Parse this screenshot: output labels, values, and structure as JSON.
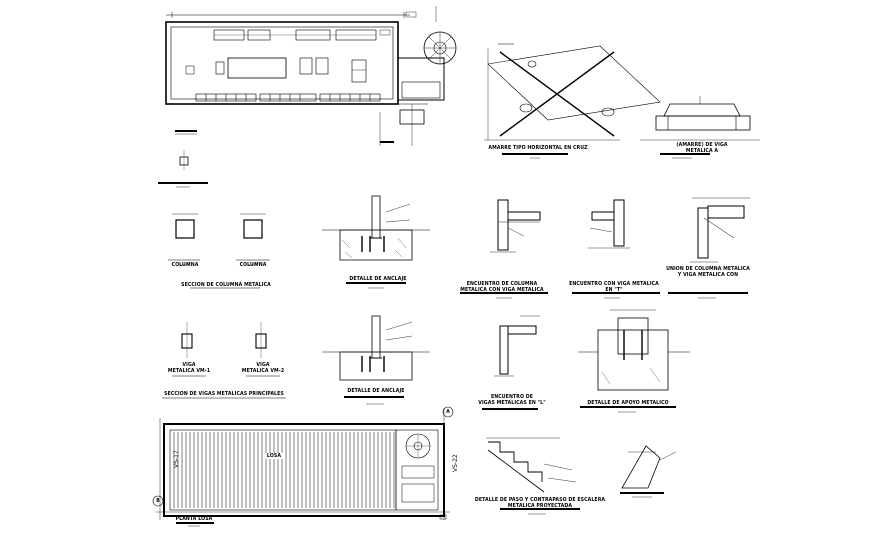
{
  "captions": {
    "perspective_brace": "AMARRE TIPO HORIZONTAL EN CRUZ",
    "detail_a": "(AMARRE) DE VIGA",
    "detail_a_sub": "METALICA A",
    "column_section": "SECCION DE COLUMNA METALICA",
    "col1": "COLUMNA",
    "col2": "COLUMNA",
    "det_anclaje": "DETALLE DE ANCLAJE",
    "encuentro_col": "ENCUENTRO DE COLUMNA",
    "encuentro_col2": "METALICA CON VIGA METALICA",
    "encuentro_viga": "ENCUENTRO CON VIGA METALICA",
    "encuentro_viga2": "EN \"T\"",
    "union_col": "UNION DE COLUMNA METALICA",
    "union_col2": "Y VIGA METALICA CON",
    "viga1a": "VIGA",
    "viga1b": "METALICA VM-1",
    "viga2a": "VIGA",
    "viga2b": "METALICA VM-2",
    "seccion_vigas": "SECCION DE VIGAS METALICAS PRINCIPALES",
    "det_anclaje2": "DETALLE DE ANCLAJE",
    "encuentro_viga_l": "ENCUENTRO DE",
    "encuentro_viga_l2": "VIGAS METALICAS EN \"L\"",
    "det_apoyo": "DETALLE DE APOYO METALICO",
    "det_paso": "DETALLE DE PASO Y CONTRAPASO DE ESCALERA",
    "det_paso2": "METALICA PROYECTADA",
    "planta_losa": "PLANTA LOSA",
    "losa_label": "LOSA",
    "axis_vs17": "VS-17",
    "axis_vs22": "VS-22",
    "grid_b": "B",
    "grid_a": "A"
  }
}
